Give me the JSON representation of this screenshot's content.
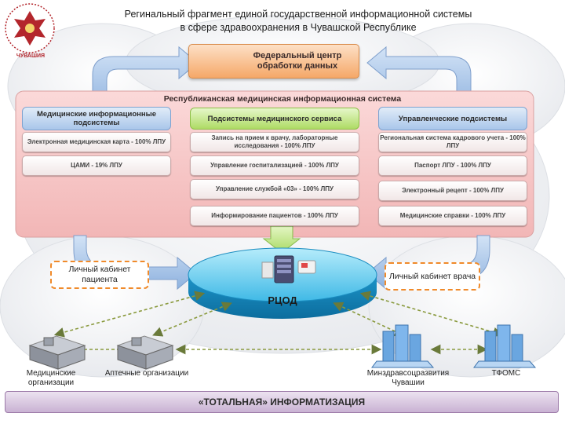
{
  "title": {
    "line1": "Регинальный фрагмент единой государственной информационной системы",
    "line2": "в сфере здравоохранения в Чувашской Республике"
  },
  "logo": {
    "text": "ЧУВАШИЯ"
  },
  "federal": {
    "label": "Федеральный центр обработки данных"
  },
  "panel": {
    "title": "Республиканская медицинская информационная система"
  },
  "columns": {
    "left": {
      "header": "Медицинские информационные подсистемы",
      "items": [
        "Электронная медицинская карта - 100% ЛПУ",
        "ЦАМИ - 19% ЛПУ"
      ]
    },
    "middle": {
      "header": "Подсистемы медицинского сервиса",
      "items": [
        "Запись на прием к врачу, лабораторные исследования - 100% ЛПУ",
        "Управление госпитализацией - 100% ЛПУ",
        "Управление службой «03» - 100% ЛПУ",
        "Информирование пациентов - 100% ЛПУ"
      ]
    },
    "right": {
      "header": "Управленческие подсистемы",
      "items": [
        "Региональная система кадрового учета - 100% ЛПУ",
        "Паспорт ЛПУ - 100% ЛПУ",
        "Электронный рецепт - 100% ЛПУ",
        "Медицинские справки - 100% ЛПУ"
      ]
    }
  },
  "center": {
    "label": "РЦОД"
  },
  "cabinets": {
    "patient": "Личный кабинет пациента",
    "doctor": "Личный кабинет врача"
  },
  "nodes": {
    "medical": "Медицинские организации",
    "pharmacy": "Аптечные организации",
    "ministry": "Минздравсоцразвития Чувашии",
    "tfoms": "ТФОМС"
  },
  "footer": {
    "label": "«ТОТАЛЬНАЯ» ИНФОРМАТИЗАЦИЯ"
  },
  "colors": {
    "panel": "#f6c9c9",
    "left_header": "#bcd4ef",
    "middle_header": "#c9ec8e",
    "right_header": "#bcd4ef",
    "federal": "#f6b27a",
    "platform": "#55c5ea",
    "dashed": "#f08a2a",
    "arrows": "#9dbbe2"
  },
  "icons": [
    "server-icon",
    "building-icon",
    "arrow-icon",
    "dashed-arrow-icon"
  ]
}
